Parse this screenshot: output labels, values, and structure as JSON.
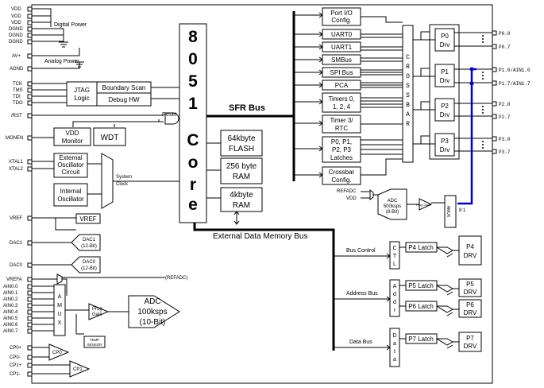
{
  "power_pins": {
    "vdd1": "VDD",
    "vdd2": "VDD",
    "vdd3": "VDD",
    "dgnd1": "DGND",
    "dgnd2": "DGND",
    "dgnd3": "DGND",
    "digital_power": "Digital Power",
    "av_plus": "AV+",
    "agnd": "AGND",
    "analog_power": "Analog Power"
  },
  "jtag_pins": {
    "tck": "TCK",
    "tms": "TMS",
    "tdi": "TDI",
    "tdo": "TDO"
  },
  "jtag_logic": {
    "line1": "JTAG",
    "line2": "Logic"
  },
  "boundary_scan": "Boundary Scan",
  "debug_hw": "Debug HW",
  "rst_pin": "/RST",
  "reset_label": "Reset",
  "monen_pin": "MONEN",
  "vdd_monitor": {
    "line1": "VDD",
    "line2": "Monitor"
  },
  "wdt": "WDT",
  "xtal1": "XTAL1",
  "xtal2": "XTAL2",
  "ext_osc": {
    "line1": "External",
    "line2": "Oscillator",
    "line3": "Circuit"
  },
  "int_osc": {
    "line1": "Internal",
    "line2": "Oscillator"
  },
  "system_clock": {
    "line1": "System",
    "line2": "Clock"
  },
  "core_letters": [
    "8",
    "0",
    "5",
    "1",
    "C",
    "o",
    "r",
    "e"
  ],
  "sfr_bus": "SFR Bus",
  "flash": {
    "line1": "64kbyte",
    "line2": "FLASH"
  },
  "ram256": {
    "line1": "256 byte",
    "line2": "RAM"
  },
  "ram4k": {
    "line1": "4kbyte",
    "line2": "RAM"
  },
  "ext_mem_bus": "External Data Memory Bus",
  "peripherals": {
    "port_io": {
      "line1": "Port I/O",
      "line2": "Config."
    },
    "uart0": "UART0",
    "uart1": "UART1",
    "smbus": "SMBus",
    "spi_bus": "SPI Bus",
    "pca": "PCA",
    "timers": {
      "line1": "Timers 0,",
      "line2": "1, 2, 4"
    },
    "timer3": {
      "line1": "Timer 3/",
      "line2": "RTC"
    },
    "latches": {
      "line1": "P0, P1,",
      "line2": "P2, P3",
      "line3": "Latches"
    },
    "crossbar_config": {
      "line1": "Crossbar",
      "line2": "Config."
    }
  },
  "crossbar_letters": [
    "C",
    "R",
    "O",
    "S",
    "S",
    "B",
    "A",
    "R"
  ],
  "drivers": [
    {
      "line1": "P0",
      "line2": "Drv"
    },
    {
      "line1": "P1",
      "line2": "Drv"
    },
    {
      "line1": "P2",
      "line2": "Drv"
    },
    {
      "line1": "P3",
      "line2": "Drv"
    }
  ],
  "port_pins": [
    "P0.0",
    "P0.7",
    "P1.0/AIN1.0",
    "P1.7/AIN1.7",
    "P2.0",
    "P2.7",
    "P3.0",
    "P3.7"
  ],
  "adc8": {
    "refadc": "REFADC",
    "vdd": "VDD",
    "line1": "ADC",
    "line2": "500ksps",
    "line3": "(8-Bit)",
    "gain": "Prog Gain",
    "amux": "AMUX",
    "ratio": "8:1"
  },
  "vref_pin": "VREF",
  "vref_block": "VREF",
  "dac1_pin": "DAC1",
  "dac1": {
    "line1": "DAC1",
    "line2": "(12-Bit)"
  },
  "dac0_pin": "DAC0",
  "dac0": {
    "line1": "DAC0",
    "line2": "(12-Bit)"
  },
  "vrefa_pin": "VREFA",
  "refadc_label": "(REFADC)",
  "ain_pins": [
    "AIN0.0",
    "AIN0.1",
    "AIN0.2",
    "AIN0.3",
    "AIN0.4",
    "AIN0.5",
    "AIN0.6",
    "AIN0.7"
  ],
  "amux_letters": [
    "A",
    "M",
    "U",
    "X"
  ],
  "prog_gain": {
    "line1": "Prog",
    "line2": "Gain"
  },
  "adc10": {
    "line1": "ADC",
    "line2": "100ksps",
    "line3": "(10-Bit)"
  },
  "temp_sensor": {
    "line1": "TEMP",
    "line2": "SENSOR"
  },
  "comparator_pins": [
    "CP0+",
    "CP0-",
    "CP1+",
    "CP1-"
  ],
  "cp0": "CP0",
  "cp1": "CP1",
  "bus_control": "Bus Control",
  "address_bus": "Address Bus",
  "data_bus": "Data Bus",
  "ctl_letters": [
    "C",
    "T",
    "L"
  ],
  "addr_letters": [
    "A",
    "d",
    "d",
    "r"
  ],
  "data_letters": [
    "D",
    "a",
    "t",
    "a"
  ],
  "latches_ext": [
    "P4 Latch",
    "P5 Latch",
    "P6 Latch",
    "P7 Latch"
  ],
  "ext_drivers": [
    {
      "line1": "P4",
      "line2": "DRV"
    },
    {
      "line1": "P5",
      "line2": "DRV"
    },
    {
      "line1": "P6",
      "line2": "DRV"
    },
    {
      "line1": "P7",
      "line2": "DRV"
    }
  ]
}
